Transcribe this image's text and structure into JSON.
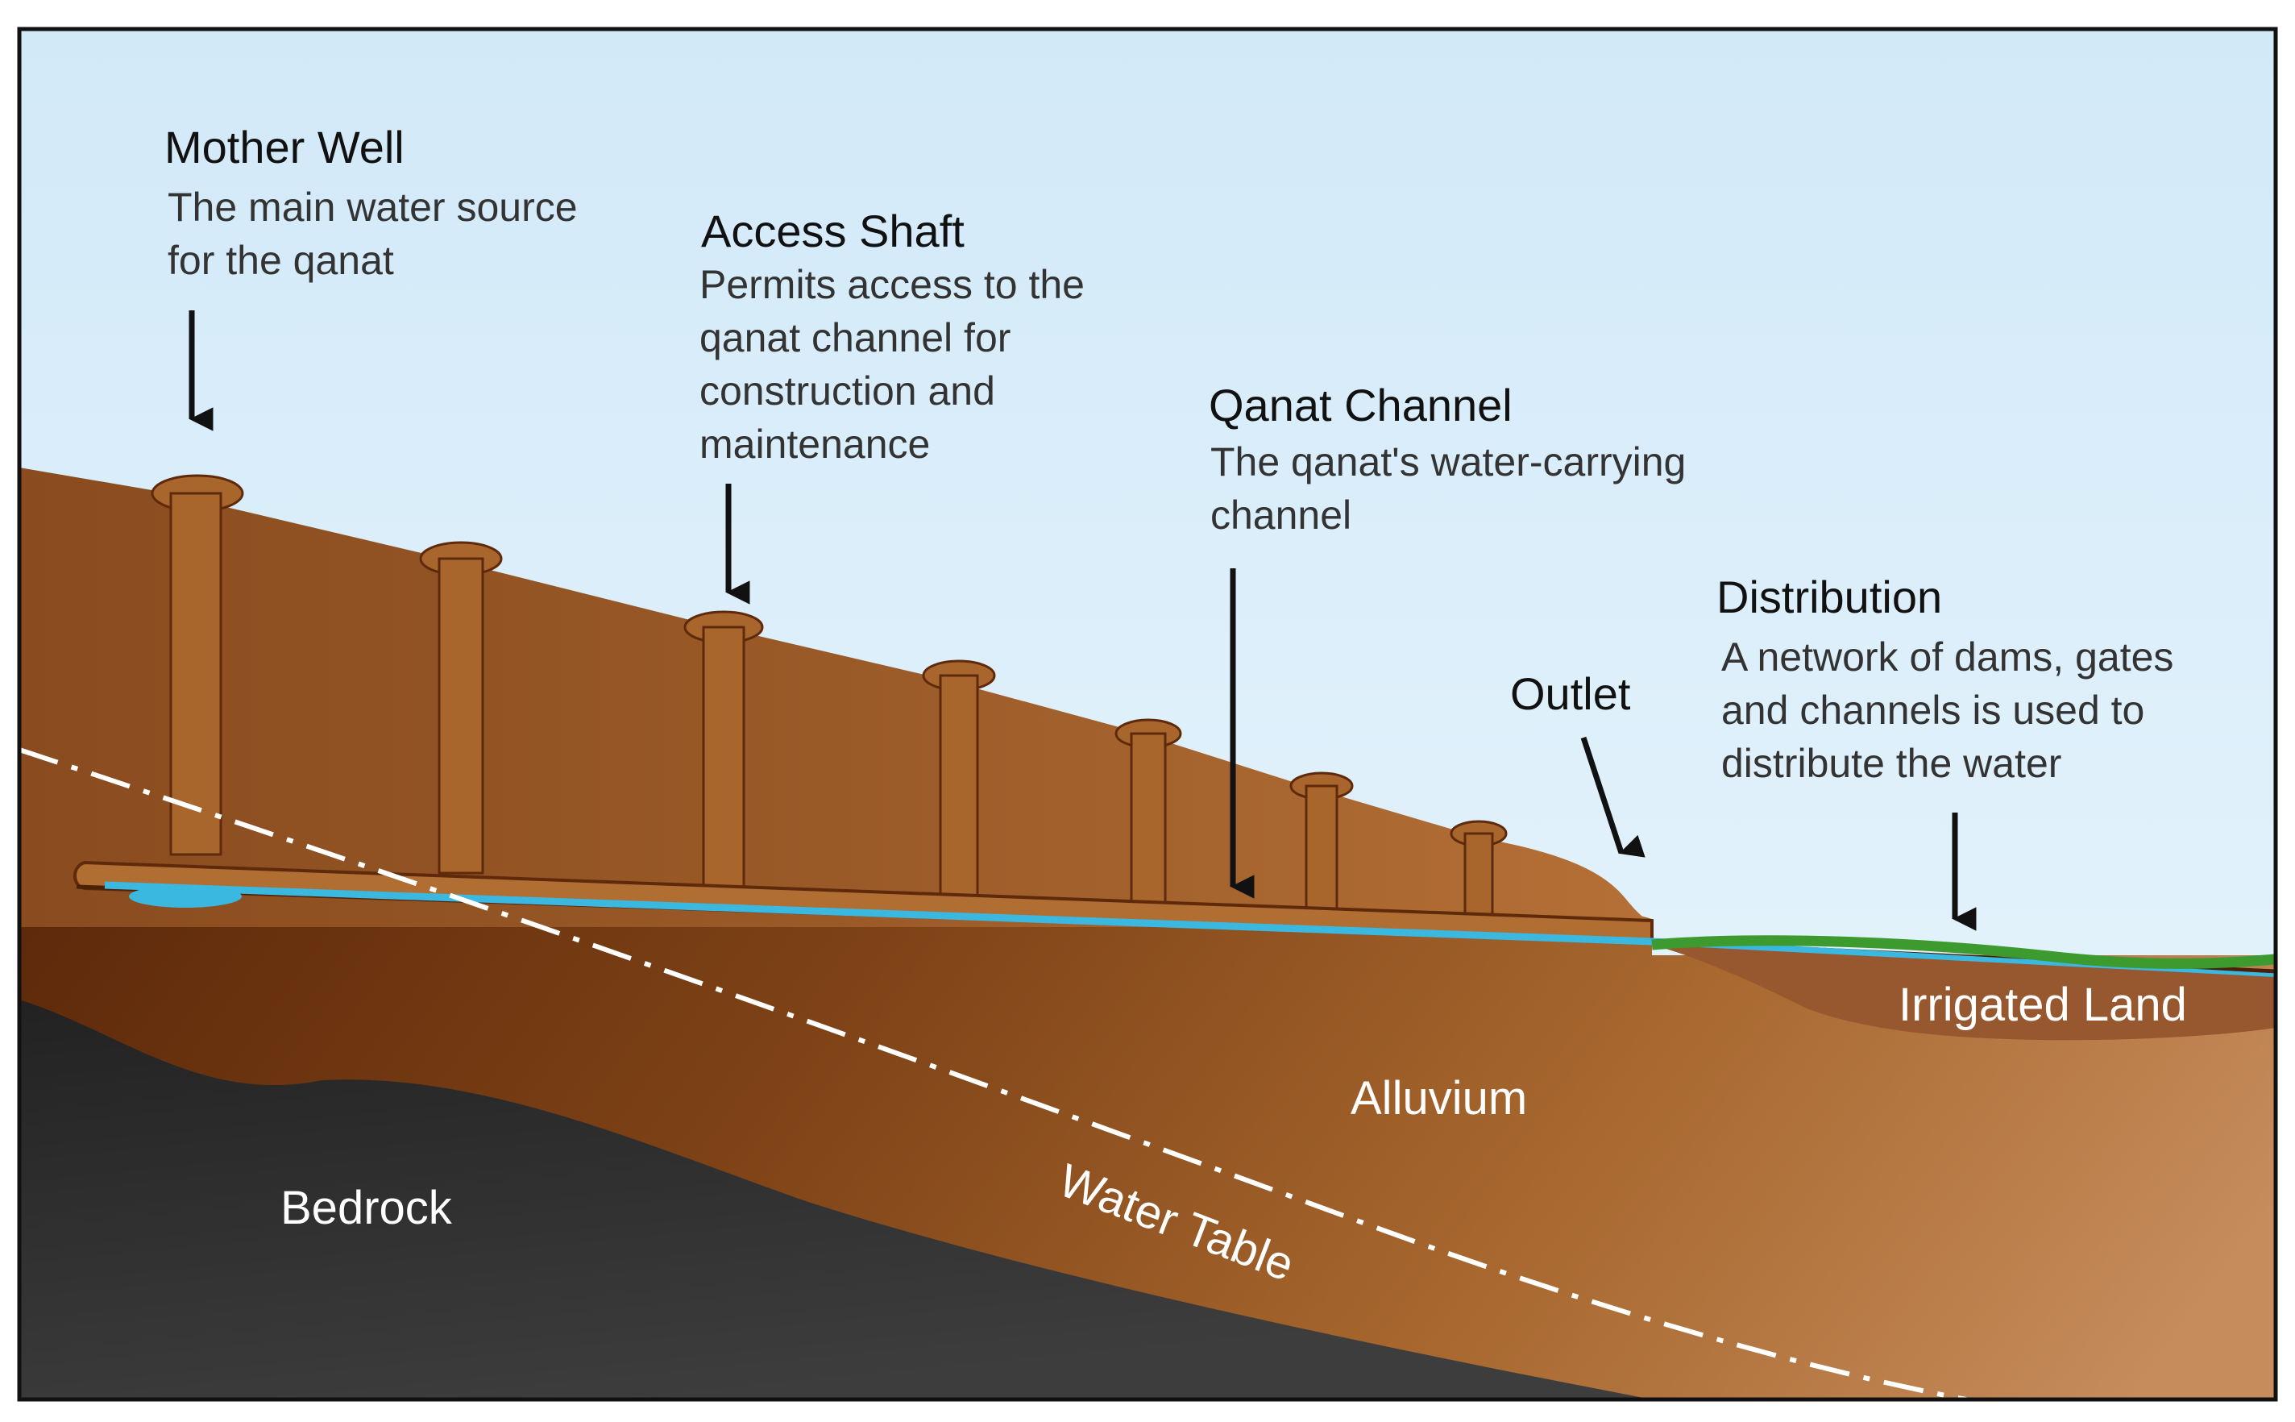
{
  "labels": {
    "mother_well": {
      "title": "Mother Well",
      "desc": [
        "The main water source",
        "for the qanat"
      ]
    },
    "access_shaft": {
      "title": "Access Shaft",
      "desc": [
        "Permits access to the",
        "qanat channel for",
        "construction and",
        "maintenance"
      ]
    },
    "qanat_channel": {
      "title": "Qanat Channel",
      "desc": [
        "The qanat's water-carrying",
        "channel"
      ]
    },
    "distribution": {
      "title": "Distribution",
      "desc": [
        "A network of dams, gates",
        "and channels is used to",
        "distribute the water"
      ]
    },
    "outlet": {
      "title": "Outlet"
    },
    "irrigated_land": "Irrigated Land",
    "alluvium": "Alluvium",
    "water_table": "Water Table",
    "bedrock": "Bedrock"
  },
  "colors": {
    "sky_top": "#d2e9f8",
    "sky_bottom": "#eaf6fd",
    "soil_light": "#c4895c",
    "soil_mid": "#9a5a28",
    "soil_dark": "#5e2a0b",
    "bedrock": "#333333",
    "water": "#3bb8e0",
    "grass": "#3d9a2f",
    "irrigated": "#98582f"
  }
}
